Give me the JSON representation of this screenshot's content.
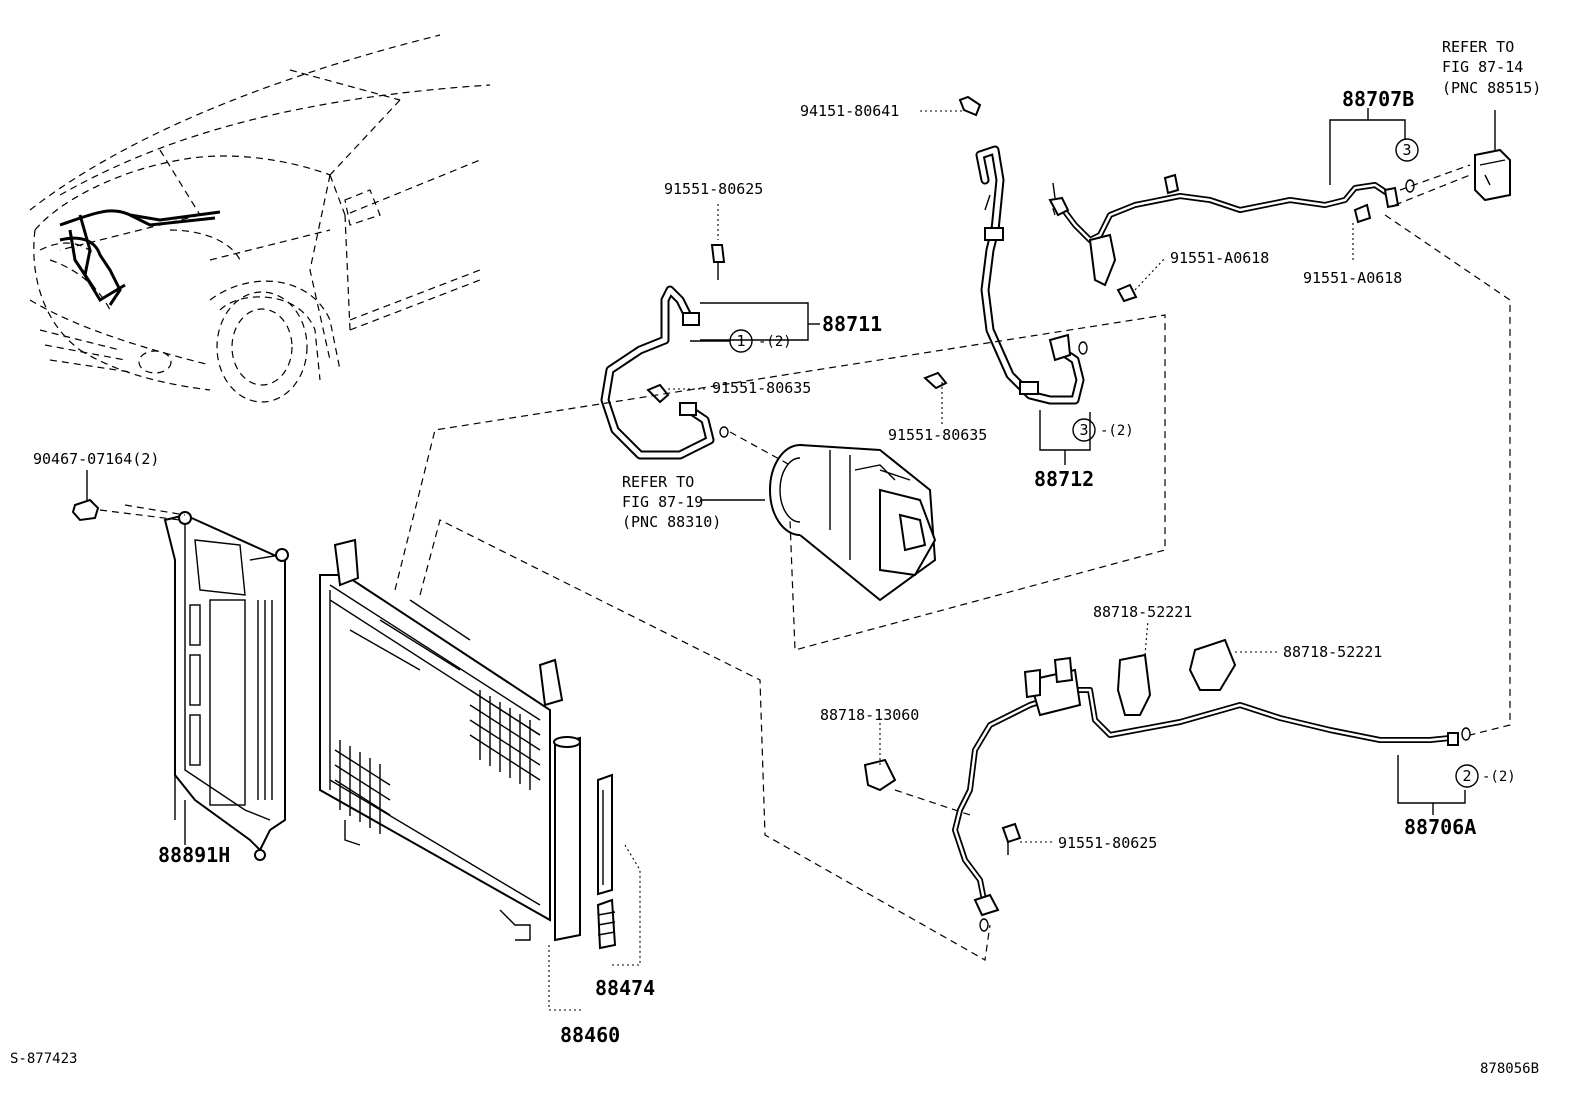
{
  "labels": {
    "car_fastener": "90467-07164(2)",
    "fan_shroud": "88891H",
    "condenser": "88460",
    "receiver": "88474",
    "bolt_top": "91551-80625",
    "hose_discharge": "88711",
    "bolt_mid": "91551-80635",
    "compressor_ref": [
      "REFER TO",
      "FIG 87-19",
      "(PNC 88310)"
    ],
    "bolt_suction": "94151-80641",
    "bolt_suction_lower": "91551-80635",
    "hose_suction": "88712",
    "tube_88707b": "88707B",
    "bolt_a0618_left": "91551-A0618",
    "bolt_a0618_right": "91551-A0618",
    "valve_ref": [
      "REFER TO",
      "FIG 87-14",
      "(PNC 88515)"
    ],
    "clamp_1": "88718-52221",
    "clamp_2": "88718-52221",
    "clamp_3": "88718-13060",
    "bolt_liquid": "91551-80625",
    "tube_88706a": "88706A",
    "callout_1": "1",
    "callout_2": "2",
    "callout_3a": "3",
    "callout_3b": "3",
    "qty_1": "-(2)",
    "qty_2": "-(2)",
    "qty_3": "-(2)",
    "footer_left": "S-877423",
    "footer_right": "878056B"
  }
}
